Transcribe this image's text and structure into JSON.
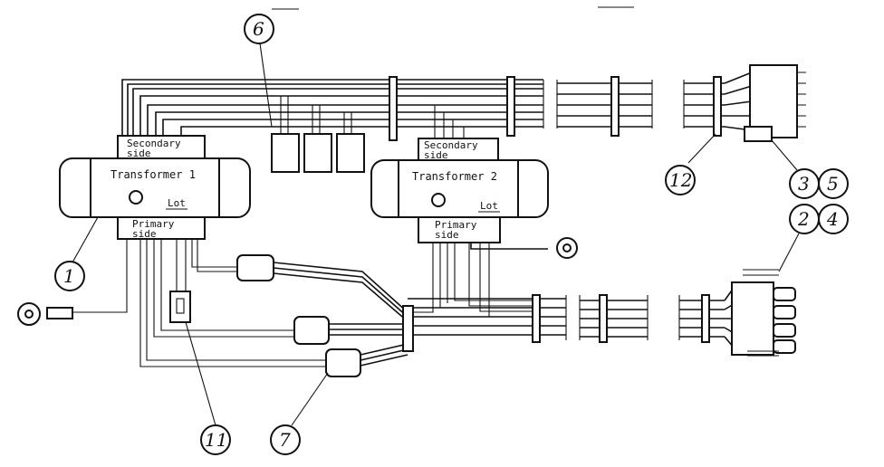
{
  "transformer_1": {
    "title": "Transformer 1",
    "lot": "Lot",
    "secondary_line1": "Secondary",
    "secondary_line2": "side",
    "primary_line1": "Primary",
    "primary_line2": "side"
  },
  "transformer_2": {
    "title": "Transformer 2",
    "lot": "Lot",
    "secondary_line1": "Secondary",
    "secondary_line2": "side",
    "primary_line1": "Primary",
    "primary_line2": "side"
  },
  "callouts": {
    "c1": "1",
    "c2": "2",
    "c3": "3",
    "c4": "4",
    "c5": "5",
    "c6": "6",
    "c7": "7",
    "c11": "11",
    "c12": "12"
  }
}
